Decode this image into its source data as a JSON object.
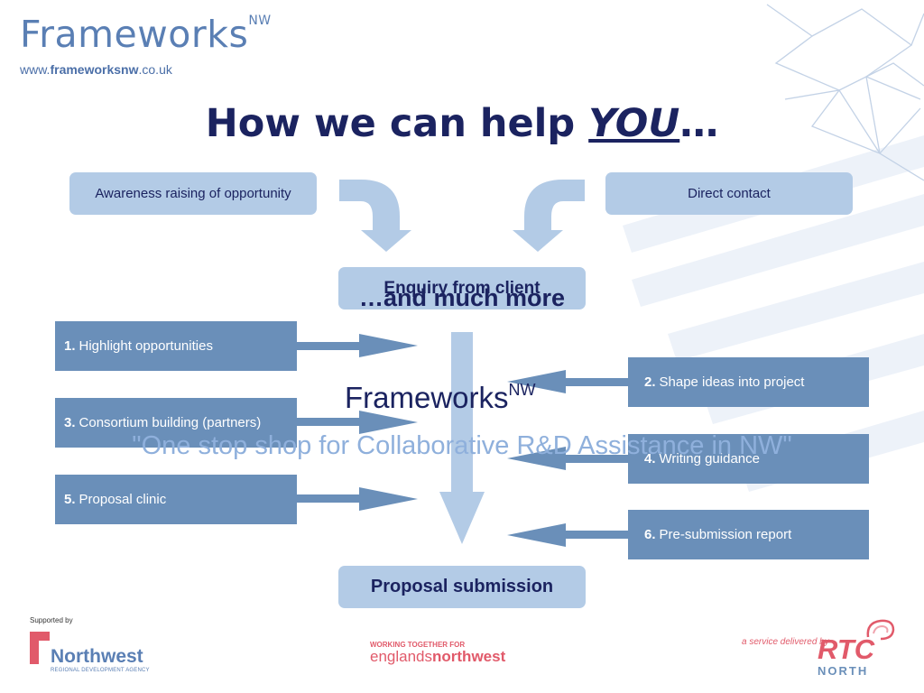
{
  "header": {
    "brand_name": "Frameworks",
    "brand_sup": "NW",
    "url_prefix": "www.",
    "url_bold": "frameworksnw",
    "url_suffix": ".co.uk"
  },
  "title": {
    "main": "How we can help ",
    "emphasis": "YOU",
    "ellipsis": "…"
  },
  "sources": {
    "left": "Awareness raising of opportunity",
    "right": "Direct contact"
  },
  "enquiry": "Enquiry from client",
  "steps": [
    {
      "num": "1.",
      "label": "Highlight opportunities"
    },
    {
      "num": "2.",
      "label": "Shape ideas into project"
    },
    {
      "num": "3.",
      "label": "Consortium building (partners)"
    },
    {
      "num": "4.",
      "label": "Writing guidance"
    },
    {
      "num": "5.",
      "label": "Proposal clinic"
    },
    {
      "num": "6.",
      "label": "Pre-submission report"
    }
  ],
  "submission": "Proposal submission",
  "overlay": {
    "much_more": "…and much more",
    "frameworks": "Frameworks",
    "frameworks_sup": "NW",
    "tagline": "\"One stop shop for Collaborative R&D Assistance in NW\""
  },
  "footer": {
    "supported_by": "Supported by",
    "northwest": "Northwest",
    "rda": "REGIONAL DEVELOPMENT AGENCY",
    "working_together": "WORKING TOGETHER FOR",
    "englands_a": "englands",
    "englands_b": "northwest",
    "service": "a service delivered by",
    "rtc": "RTC",
    "north": "NORTH"
  },
  "colors": {
    "dark_navy": "#1b2360",
    "step_blue": "#6a8fb9",
    "light_blue": "#b3cbe6",
    "logo_blue": "#5a7fb4",
    "accent_red": "#e15a6a"
  }
}
